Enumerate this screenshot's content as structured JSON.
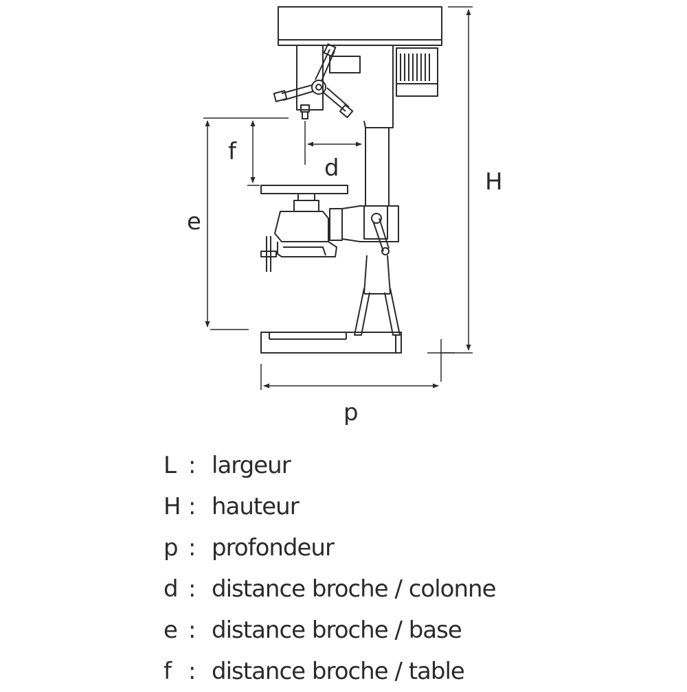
{
  "diagram": {
    "labels": {
      "H": "H",
      "e": "e",
      "f": "f",
      "d": "d",
      "p": "p"
    },
    "colors": {
      "line": "#2a2a2a",
      "background": "#ffffff"
    }
  },
  "legend": [
    {
      "letter": "L",
      "separator": ":",
      "text": "largeur"
    },
    {
      "letter": "H",
      "separator": ":",
      "text": "hauteur"
    },
    {
      "letter": "p",
      "separator": ":",
      "text": "profondeur"
    },
    {
      "letter": "d",
      "separator": ":",
      "text": "distance broche / colonne"
    },
    {
      "letter": "e",
      "separator": ":",
      "text": "distance broche / base"
    },
    {
      "letter": "f",
      "separator": ":",
      "text": "distance broche / table"
    }
  ]
}
